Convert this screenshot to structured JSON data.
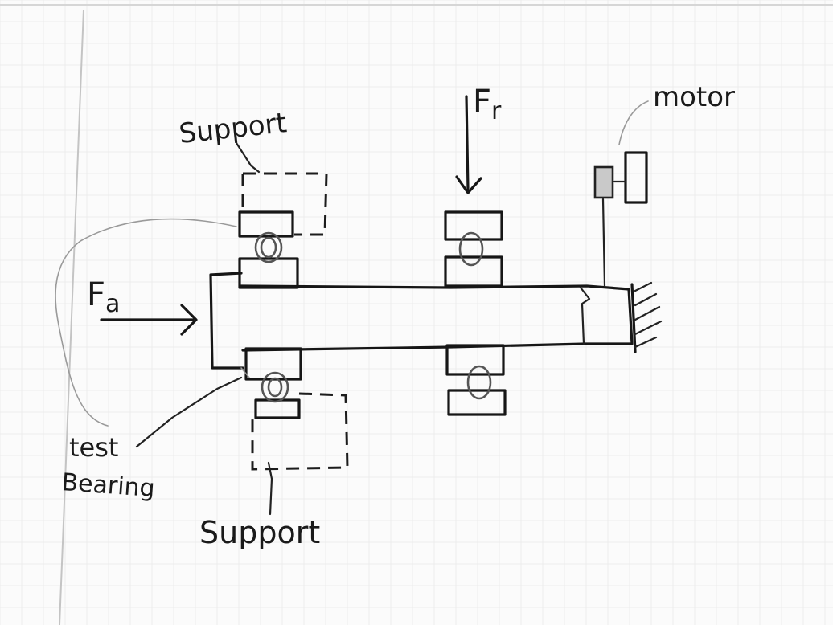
{
  "labels": {
    "support_top": "Support",
    "support_bottom": "Support",
    "radial_force": "F",
    "radial_force_sub": "r",
    "axial_force": "F",
    "axial_force_sub": "a",
    "motor": "motor",
    "test_bearing_line1": "test",
    "test_bearing_line2": "Bearing"
  }
}
